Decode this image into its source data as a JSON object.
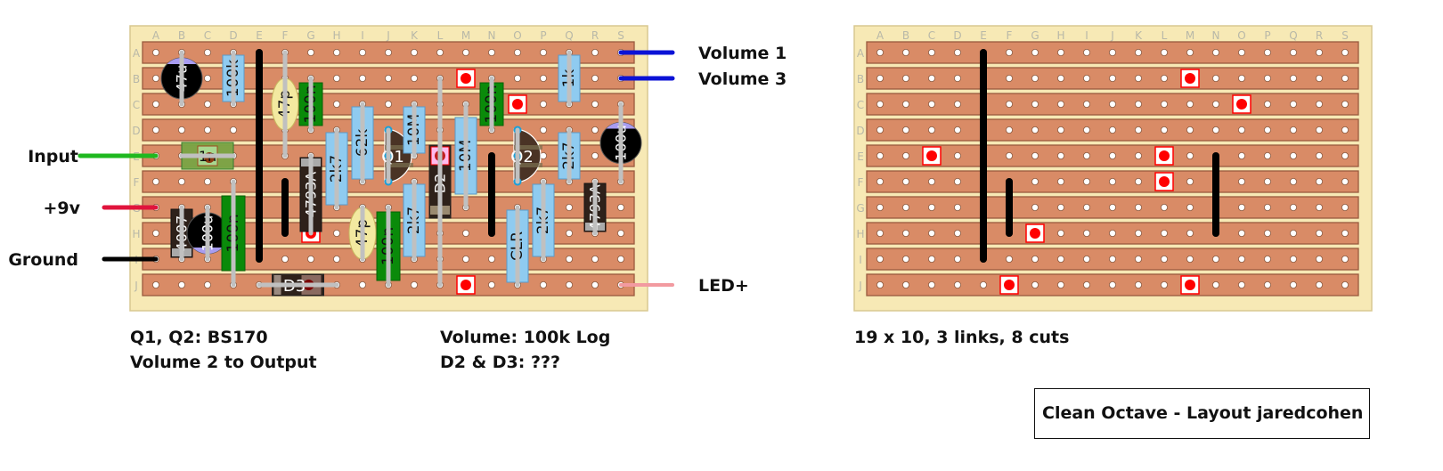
{
  "title": "Clean Octave - Layout jaredcohen",
  "board": {
    "columns": [
      "A",
      "B",
      "C",
      "D",
      "E",
      "F",
      "G",
      "H",
      "I",
      "J",
      "K",
      "L",
      "M",
      "N",
      "O",
      "P",
      "Q",
      "R",
      "S"
    ],
    "rows": [
      "A",
      "B",
      "C",
      "D",
      "E",
      "F",
      "G",
      "H",
      "I",
      "J"
    ],
    "colors": {
      "board": "#f7e9b5",
      "strip": "#d98b66",
      "strip_border": "#9a5a3e",
      "hole": "#ffffff",
      "link": "#000000",
      "cut": "#ff0000",
      "resistor": "#8fcbf0",
      "film_cap": "#0a8a0a",
      "ceramic_cap": "#f3e9a0",
      "electrolytic": "#000000",
      "electrolytic_band": "#a89cf0",
      "transistor": "#4a3325",
      "transistor_pin": "#1b9fd8",
      "diode": "#2e211a",
      "lead": "#c0c0c0"
    }
  },
  "wires": [
    {
      "label": "Input",
      "row": "E",
      "col": "A",
      "side": "left",
      "color": "#1fb81f"
    },
    {
      "label": "+9v",
      "row": "G",
      "col": "A",
      "side": "left",
      "color": "#e0143c"
    },
    {
      "label": "Ground",
      "row": "I",
      "col": "A",
      "side": "left",
      "color": "#000000"
    },
    {
      "label": "Volume 1",
      "row": "A",
      "col": "S",
      "side": "right",
      "color": "#0b12d6"
    },
    {
      "label": "Volume 3",
      "row": "B",
      "col": "S",
      "side": "right",
      "color": "#0b12d6"
    },
    {
      "label": "LED+",
      "row": "J",
      "col": "S",
      "side": "right",
      "color": "#f29aa0"
    }
  ],
  "links": [
    {
      "col": "E",
      "from": "A",
      "to": "I"
    },
    {
      "col": "F",
      "from": "F",
      "to": "H"
    },
    {
      "col": "N",
      "from": "E",
      "to": "H"
    }
  ],
  "cuts": [
    {
      "col": "M",
      "row": "B"
    },
    {
      "col": "O",
      "row": "C"
    },
    {
      "col": "C",
      "row": "E"
    },
    {
      "col": "L",
      "row": "E"
    },
    {
      "col": "L",
      "row": "F"
    },
    {
      "col": "G",
      "row": "H"
    },
    {
      "col": "F",
      "row": "J"
    },
    {
      "col": "M",
      "row": "J"
    }
  ],
  "components": [
    {
      "type": "electrolytic",
      "label": "47u",
      "col": "B",
      "from": "A",
      "to": "C"
    },
    {
      "type": "resistor",
      "label": "100k",
      "col": "D",
      "from": "A",
      "to": "C"
    },
    {
      "type": "ceramic",
      "label": "47p",
      "col": "F",
      "from": "A",
      "to": "E"
    },
    {
      "type": "film",
      "label": "100n",
      "col": "G",
      "from": "B",
      "to": "D"
    },
    {
      "type": "film_h",
      "label": "1n",
      "row": "E",
      "from": "B",
      "to": "D"
    },
    {
      "type": "resistor",
      "label": "2k7",
      "col": "H",
      "from": "D",
      "to": "G"
    },
    {
      "type": "resistor",
      "label": "62k",
      "col": "I",
      "from": "C",
      "to": "F"
    },
    {
      "type": "transistor",
      "label": "Q1",
      "col": "J",
      "from": "D",
      "to": "F"
    },
    {
      "type": "resistor",
      "label": "10M",
      "col": "K",
      "from": "C",
      "to": "E"
    },
    {
      "type": "diode_v",
      "label": "D2",
      "col": "L",
      "from": "B",
      "to": "J"
    },
    {
      "type": "resistor",
      "label": "10M",
      "col": "M",
      "from": "C",
      "to": "G"
    },
    {
      "type": "film",
      "label": "100n",
      "col": "N",
      "from": "B",
      "to": "D"
    },
    {
      "type": "transistor",
      "label": "Q2",
      "col": "O",
      "from": "D",
      "to": "F"
    },
    {
      "type": "resistor",
      "label": "1k",
      "col": "Q",
      "from": "A",
      "to": "C"
    },
    {
      "type": "resistor",
      "label": "2k7",
      "col": "Q",
      "from": "D",
      "to": "F"
    },
    {
      "type": "electrolytic",
      "label": "100u",
      "col": "S",
      "from": "C",
      "to": "F"
    },
    {
      "type": "zener",
      "label": "4793A",
      "col": "G",
      "from": "E",
      "to": "H"
    },
    {
      "type": "zener",
      "label": "4793A",
      "col": "R",
      "from": "F",
      "to": "H"
    },
    {
      "type": "zener",
      "label": "4007",
      "col": "B",
      "from": "G",
      "to": "I"
    },
    {
      "type": "electrolytic",
      "label": "100u",
      "col": "C",
      "from": "G",
      "to": "I"
    },
    {
      "type": "film",
      "label": "100n",
      "col": "D",
      "from": "F",
      "to": "J"
    },
    {
      "type": "ceramic",
      "label": "47p",
      "col": "I",
      "from": "G",
      "to": "I"
    },
    {
      "type": "film",
      "label": "100n",
      "col": "J",
      "from": "G",
      "to": "J"
    },
    {
      "type": "resistor",
      "label": "2k7",
      "col": "K",
      "from": "F",
      "to": "I"
    },
    {
      "type": "resistor",
      "label": "CLR",
      "col": "O",
      "from": "G",
      "to": "J"
    },
    {
      "type": "resistor",
      "label": "2k7",
      "col": "P",
      "from": "F",
      "to": "I"
    },
    {
      "type": "diode_h",
      "label": "D3",
      "row": "J",
      "from": "E",
      "to": "H"
    }
  ],
  "notes": {
    "transistors": "Q1, Q2: BS170",
    "volume2": "Volume 2 to Output",
    "volume": "Volume: 100k Log",
    "diodes": "D2 & D3: ???",
    "summary": "19 x 10, 3 links, 8 cuts"
  }
}
